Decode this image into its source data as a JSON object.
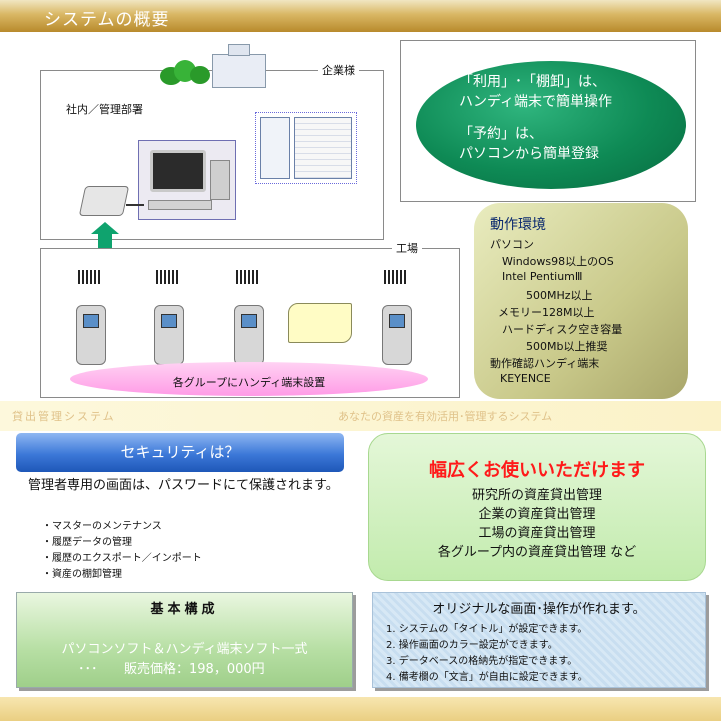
{
  "header": {
    "title": "システムの概要"
  },
  "diagram": {
    "company_label": "企業様",
    "office_label": "社内／管理部署",
    "factory_label": "工場",
    "group_label": "各グループにハンディ端末設置"
  },
  "highlight": {
    "line1": "「利用」･「棚卸」は、",
    "line2": "ハンディ端末で簡単操作",
    "line3": "「予約」は、",
    "line4": "パソコンから簡単登録"
  },
  "environment": {
    "title": "動作環境",
    "lines": [
      "パソコン",
      "Windows98以上のOS",
      "Intel PentiumⅢ",
      "500MHz以上",
      "メモリー128M以上",
      "ハードディスク空き容量",
      "500Mb以上推奨",
      "動作確認ハンディ端末",
      "KEYENCE"
    ]
  },
  "band": {
    "left": "貸出管理システム",
    "right": "あなたの資産を有効活用･管理するシステム"
  },
  "security": {
    "title": "セキュリティは？",
    "description": "管理者専用の画面は、パスワードにて保護されます。",
    "items": [
      "・マスターのメンテナンス",
      "・履歴データの管理",
      "・履歴のエクスポート／インポート",
      "・資産の棚卸管理"
    ]
  },
  "wide_use": {
    "title": "幅広くお使いいただけます",
    "lines": [
      "研究所の資産貸出管理",
      "企業の資産貸出管理",
      "工場の資産貸出管理",
      "各グループ内の資産貸出管理 など"
    ]
  },
  "basic": {
    "title": "基本構成",
    "line1": "パソコンソフト＆ハンディ端末ソフト一式",
    "dots": "･･･",
    "price": "販売価格：198，000円"
  },
  "custom": {
    "title": "オリジナルな画面･操作が作れます。",
    "items": [
      "1. システムの「タイトル」が設定できます。",
      "2. 操作画面のカラー設定ができます。",
      "3. データベースの格納先が指定できます。",
      "4. 備考欄の「文言」が自由に設定できます。"
    ]
  },
  "colors": {
    "header_gold": "#c9a04a",
    "oval_green": "#0e8a55",
    "title_red": "#ff1a1a"
  }
}
